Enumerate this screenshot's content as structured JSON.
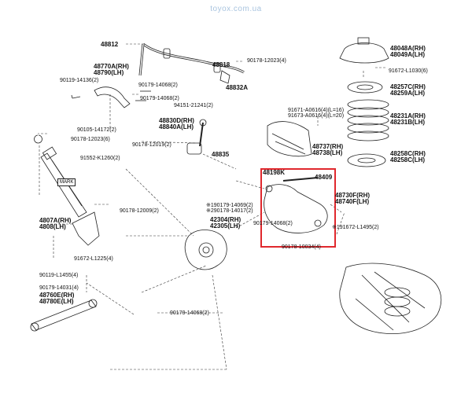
{
  "watermark": "toyox.com.ua",
  "colors": {
    "highlight": "#e0282d",
    "watermark": "#a9c4df",
    "line": "#222222"
  },
  "labels": [
    {
      "id": "48812",
      "text": "48812"
    },
    {
      "id": "90178-12023-4",
      "text": "90178-12023(4)"
    },
    {
      "id": "48818",
      "text": "48818"
    },
    {
      "id": "48048a",
      "text": "48048A(RH)\n48049A(LH)"
    },
    {
      "id": "48770a",
      "text": "48770A(RH)\n48790(LH)"
    },
    {
      "id": "90119-14136",
      "text": "90119-14136(2)"
    },
    {
      "id": "90179-14068-2a",
      "text": "90179-14068(2)"
    },
    {
      "id": "48832a",
      "text": "48832A"
    },
    {
      "id": "91672-l1030",
      "text": "91672-L1030(6)"
    },
    {
      "id": "90179-14068-2b",
      "text": "90179-14068(2)"
    },
    {
      "id": "94151-21241",
      "text": "94151-21241(2)"
    },
    {
      "id": "48257c",
      "text": "48257C(RH)\n48259A(LH)"
    },
    {
      "id": "91671-a0616",
      "text": "91671-A0616(4)(L=16)\n91673-A0616(4)(L=20)"
    },
    {
      "id": "48830d",
      "text": "48830D(RH)\n48840A(LH)"
    },
    {
      "id": "90105-14172",
      "text": "90105-14172(2)"
    },
    {
      "id": "90178-12023-6",
      "text": "90178-12023(6)"
    },
    {
      "id": "48231a",
      "text": "48231A(RH)\n48231B(LH)"
    },
    {
      "id": "90178-12019",
      "text": "90178-12019(2)"
    },
    {
      "id": "48737",
      "text": "48737(RH)\n48738(LH)"
    },
    {
      "id": "48835",
      "text": "48835"
    },
    {
      "id": "91552-k1260",
      "text": "91552-K1260(2)"
    },
    {
      "id": "48258c",
      "text": "48258C(RH)\n48258C(LH)"
    },
    {
      "id": "48198k",
      "text": "48198K"
    },
    {
      "id": "48409",
      "text": "48409"
    },
    {
      "id": "mark",
      "text": "MARK"
    },
    {
      "id": "48730f",
      "text": "48730F(RH)\n48740F(LH)"
    },
    {
      "id": "90179-14069",
      "text": "※190179-14069(2)\n※290178-14017(2)"
    },
    {
      "id": "90178-12009",
      "text": "90178-12009(2)"
    },
    {
      "id": "4807a",
      "text": "4807A(RH)\n4808(LH)"
    },
    {
      "id": "42304",
      "text": "42304(RH)\n42305(LH)"
    },
    {
      "id": "90179-14068-2c",
      "text": "90179-14068(2)"
    },
    {
      "id": "91672-l1495",
      "text": "※191672-L1495(2)"
    },
    {
      "id": "90178-10034",
      "text": "90178-10034(4)"
    },
    {
      "id": "91672-l1225",
      "text": "91672-L1225(4)"
    },
    {
      "id": "90119-l1455",
      "text": "90119-L1455(4)"
    },
    {
      "id": "90179-14031",
      "text": "90179-14031(4)"
    },
    {
      "id": "48760e",
      "text": "48760E(RH)\n48780E(LH)"
    },
    {
      "id": "90179-14068-2d",
      "text": "90179-14068(2)"
    }
  ]
}
